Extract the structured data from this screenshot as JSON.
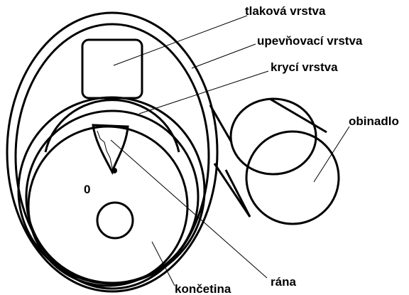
{
  "labels": {
    "pressure_layer": "tlaková vrstva",
    "fixing_layer": "upevňovací vrstva",
    "cover_layer": "krycí vrstva",
    "bandage": "obinadlo",
    "wound": "rána",
    "limb": "končetina",
    "bone_mark": "0"
  },
  "colors": {
    "ink": "#000000",
    "paper": "#ffffff"
  }
}
